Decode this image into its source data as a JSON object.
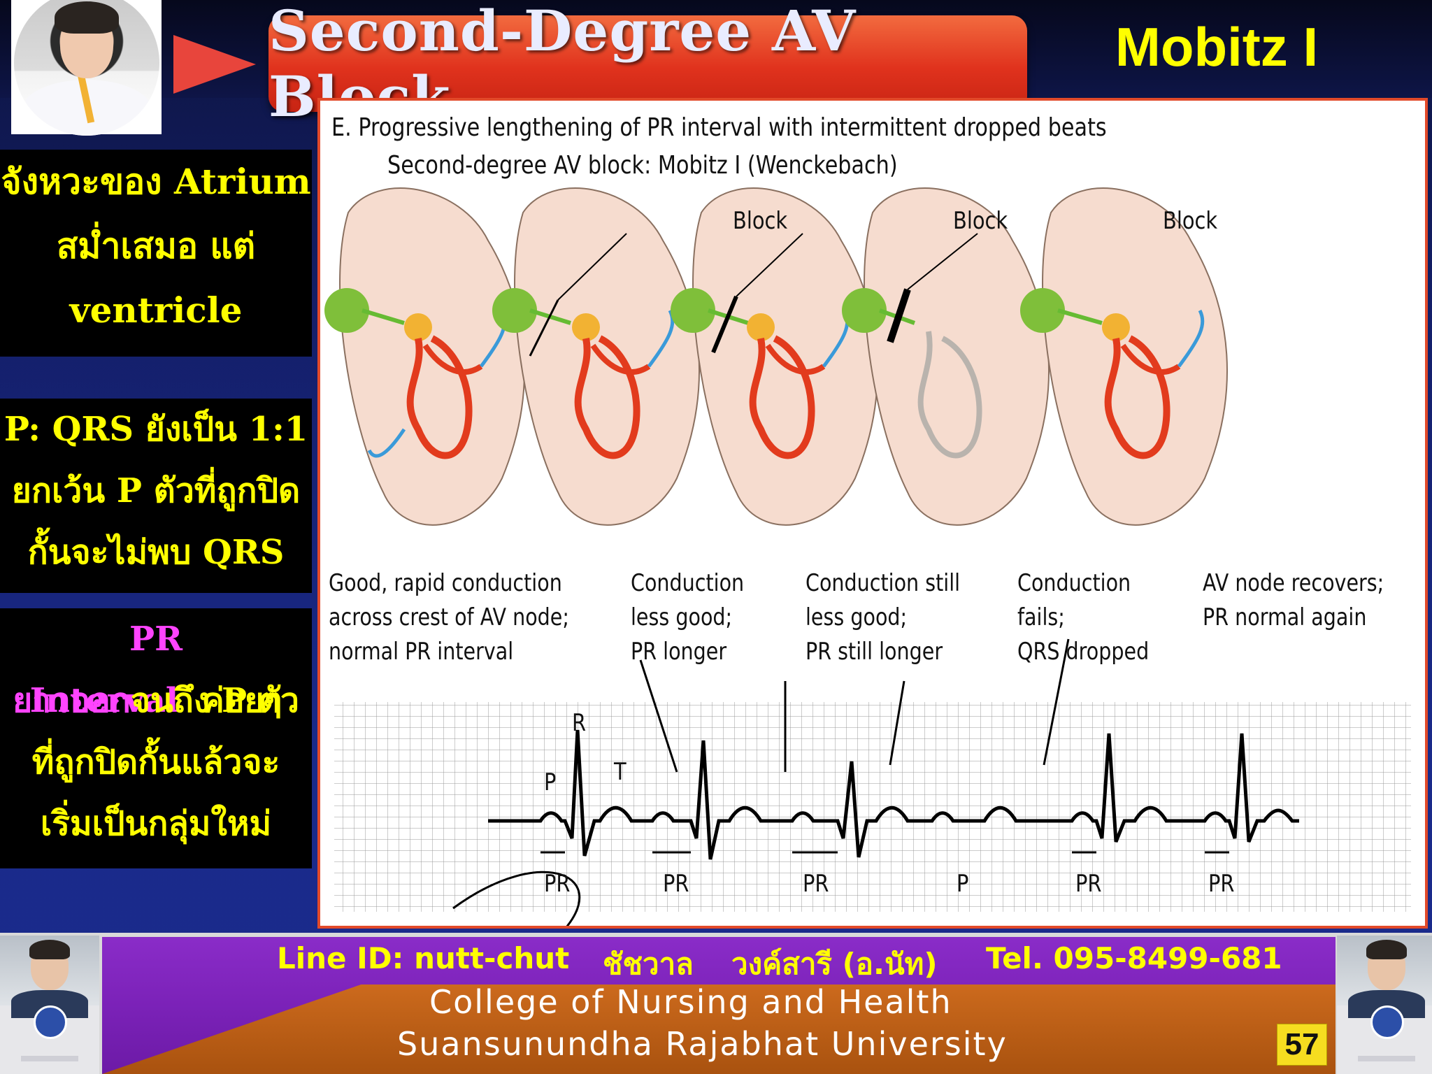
{
  "slide": {
    "title": "Second-Degree AV Block",
    "subtitle_tag": "Mobitz I",
    "page_number": "57"
  },
  "left_notes": {
    "box1": [
      "จังหวะของ Atrium",
      "สม่ำเสมอ แต่",
      "ventricle"
    ],
    "box2": [
      "P: QRS ยังเป็น 1:1",
      "ยกเว้น P ตัวที่ถูกปิด",
      "กั้นจะไม่พบ QRS"
    ],
    "box3": {
      "line1_highlight": "PR Interval",
      "line1_rest": "ค่อยๆ",
      "line2_highlight": "ยาวออก",
      "line2_rest": "จนถึง P ตัว",
      "line3": "ที่ถูกปิดกั้นแล้วจะ",
      "line4": "เริ่มเป็นกลุ่มใหม่"
    }
  },
  "figure": {
    "heading": "E. Progressive lengthening of PR interval with intermittent dropped beats",
    "subheading": "Second-degree AV block: Mobitz I (Wenckebach)",
    "block_label": "Block",
    "captions": [
      [
        "Good, rapid conduction",
        "across crest of AV node;",
        "normal PR interval"
      ],
      [
        "Conduction",
        "less good;",
        "PR longer"
      ],
      [
        "Conduction still",
        "less good;",
        "PR still longer"
      ],
      [
        "Conduction",
        "fails;",
        "QRS dropped"
      ],
      [
        "AV node recovers;",
        "PR normal again"
      ]
    ],
    "ecg_labels": {
      "p": "P",
      "r": "R",
      "t": "T",
      "intervals": [
        "PR",
        "PR",
        "PR",
        "P",
        "PR",
        "PR"
      ]
    }
  },
  "footer": {
    "line_id": "Line ID: nutt-chut",
    "name_first": "ชัชวาล",
    "name_last": "วงค์สารี (อ.นัท)",
    "tel": "Tel. 095-8499-681",
    "college": "College  of  Nursing  and  Health",
    "university": "Suansunundha  Rajabhat  University"
  }
}
